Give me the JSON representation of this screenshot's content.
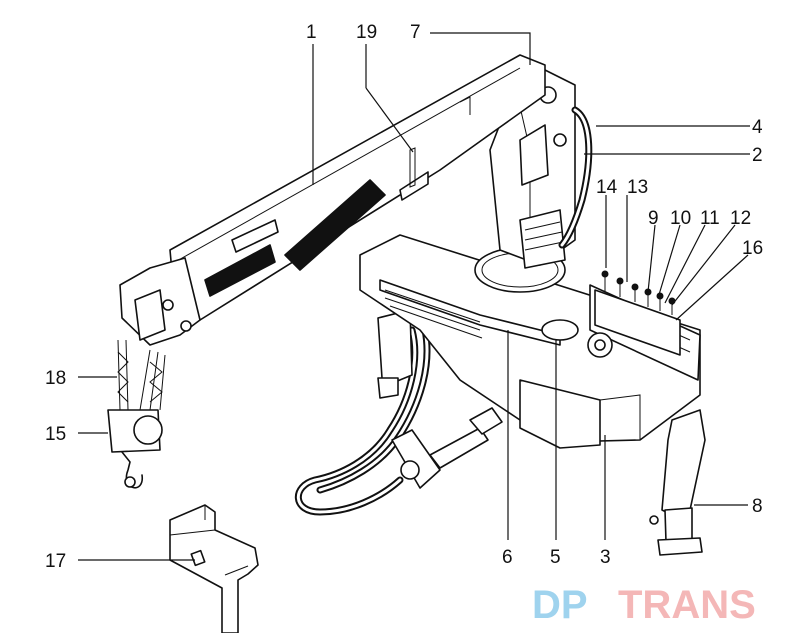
{
  "callouts": {
    "c1": "1",
    "c2": "2",
    "c3": "3",
    "c4": "4",
    "c5": "5",
    "c6": "6",
    "c7": "7",
    "c8": "8",
    "c9": "9",
    "c10": "10",
    "c11": "11",
    "c12": "12",
    "c13": "13",
    "c14": "14",
    "c15": "15",
    "c16": "16",
    "c17": "17",
    "c18": "18",
    "c19": "19"
  },
  "watermark": {
    "part1": "DP",
    "part2": "TRANS",
    "color_part1": "#9fd3ee",
    "color_part2": "#f4b7b7"
  }
}
